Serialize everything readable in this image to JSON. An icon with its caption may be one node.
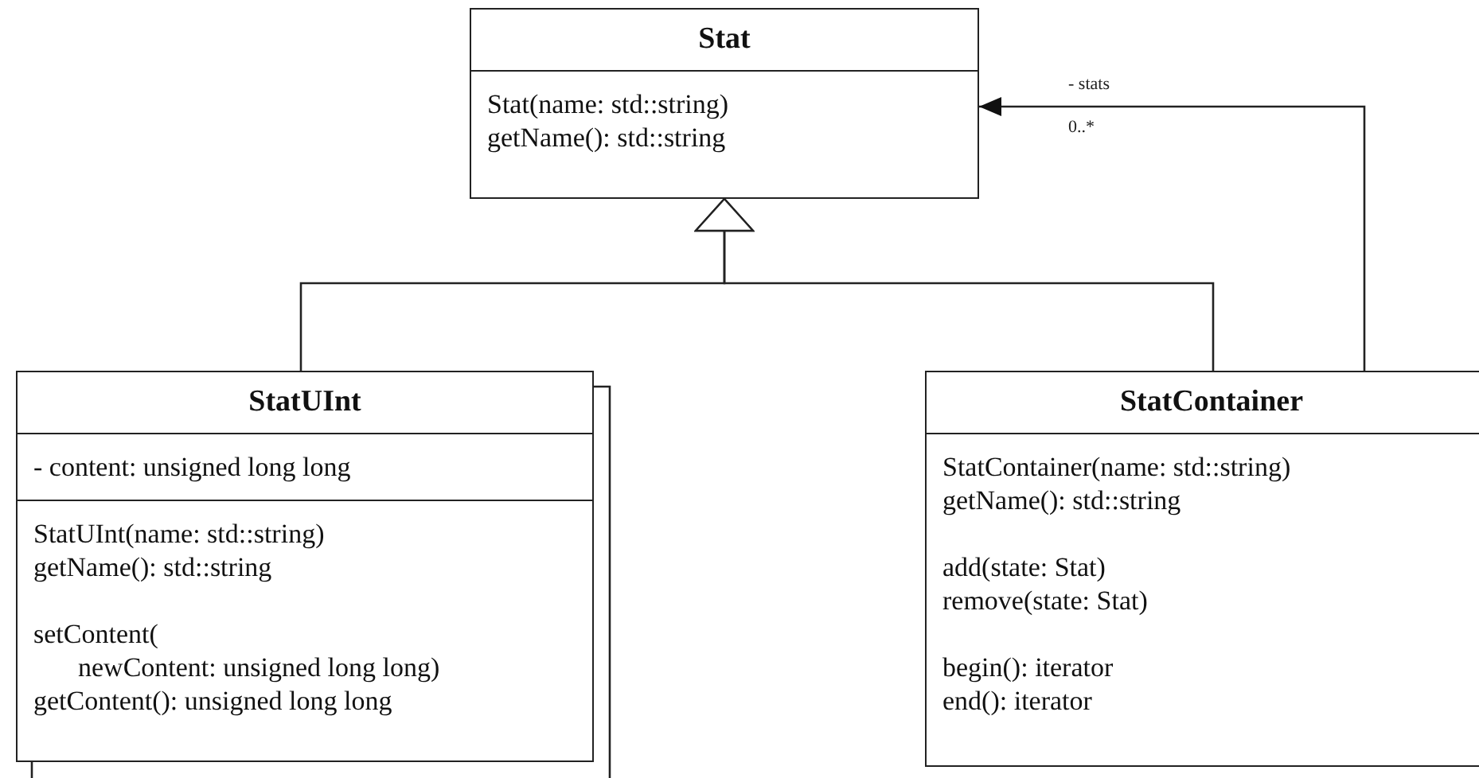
{
  "diagram": {
    "nodes": [
      {
        "text": [
          "Stat",
          "Stat(name: std::string)",
          "getName(): std::string"
        ]
      },
      {
        "text": [
          "StatUInt",
          "- content: unsigned long long",
          "StatUInt(name: std::string)",
          "getName(): std::string",
          "setContent( newContent: unsigned long long)",
          "getContent(): unsigned long long"
        ]
      },
      {
        "text": [
          "StatContainer",
          "StatContainer(name: std::string)",
          "getName(): std::string",
          "add(state: Stat)",
          "remove(state: Stat)",
          "begin(): iterator",
          "end(): iterator"
        ]
      }
    ],
    "edges": [
      {
        "from": 1,
        "to": 0,
        "arrow": "to"
      },
      {
        "from": 2,
        "to": 0,
        "arrow": "to"
      },
      {
        "from": 2,
        "to": 0,
        "arrow": "to"
      }
    ],
    "labels": [
      "- stats",
      "0..*"
    ]
  }
}
